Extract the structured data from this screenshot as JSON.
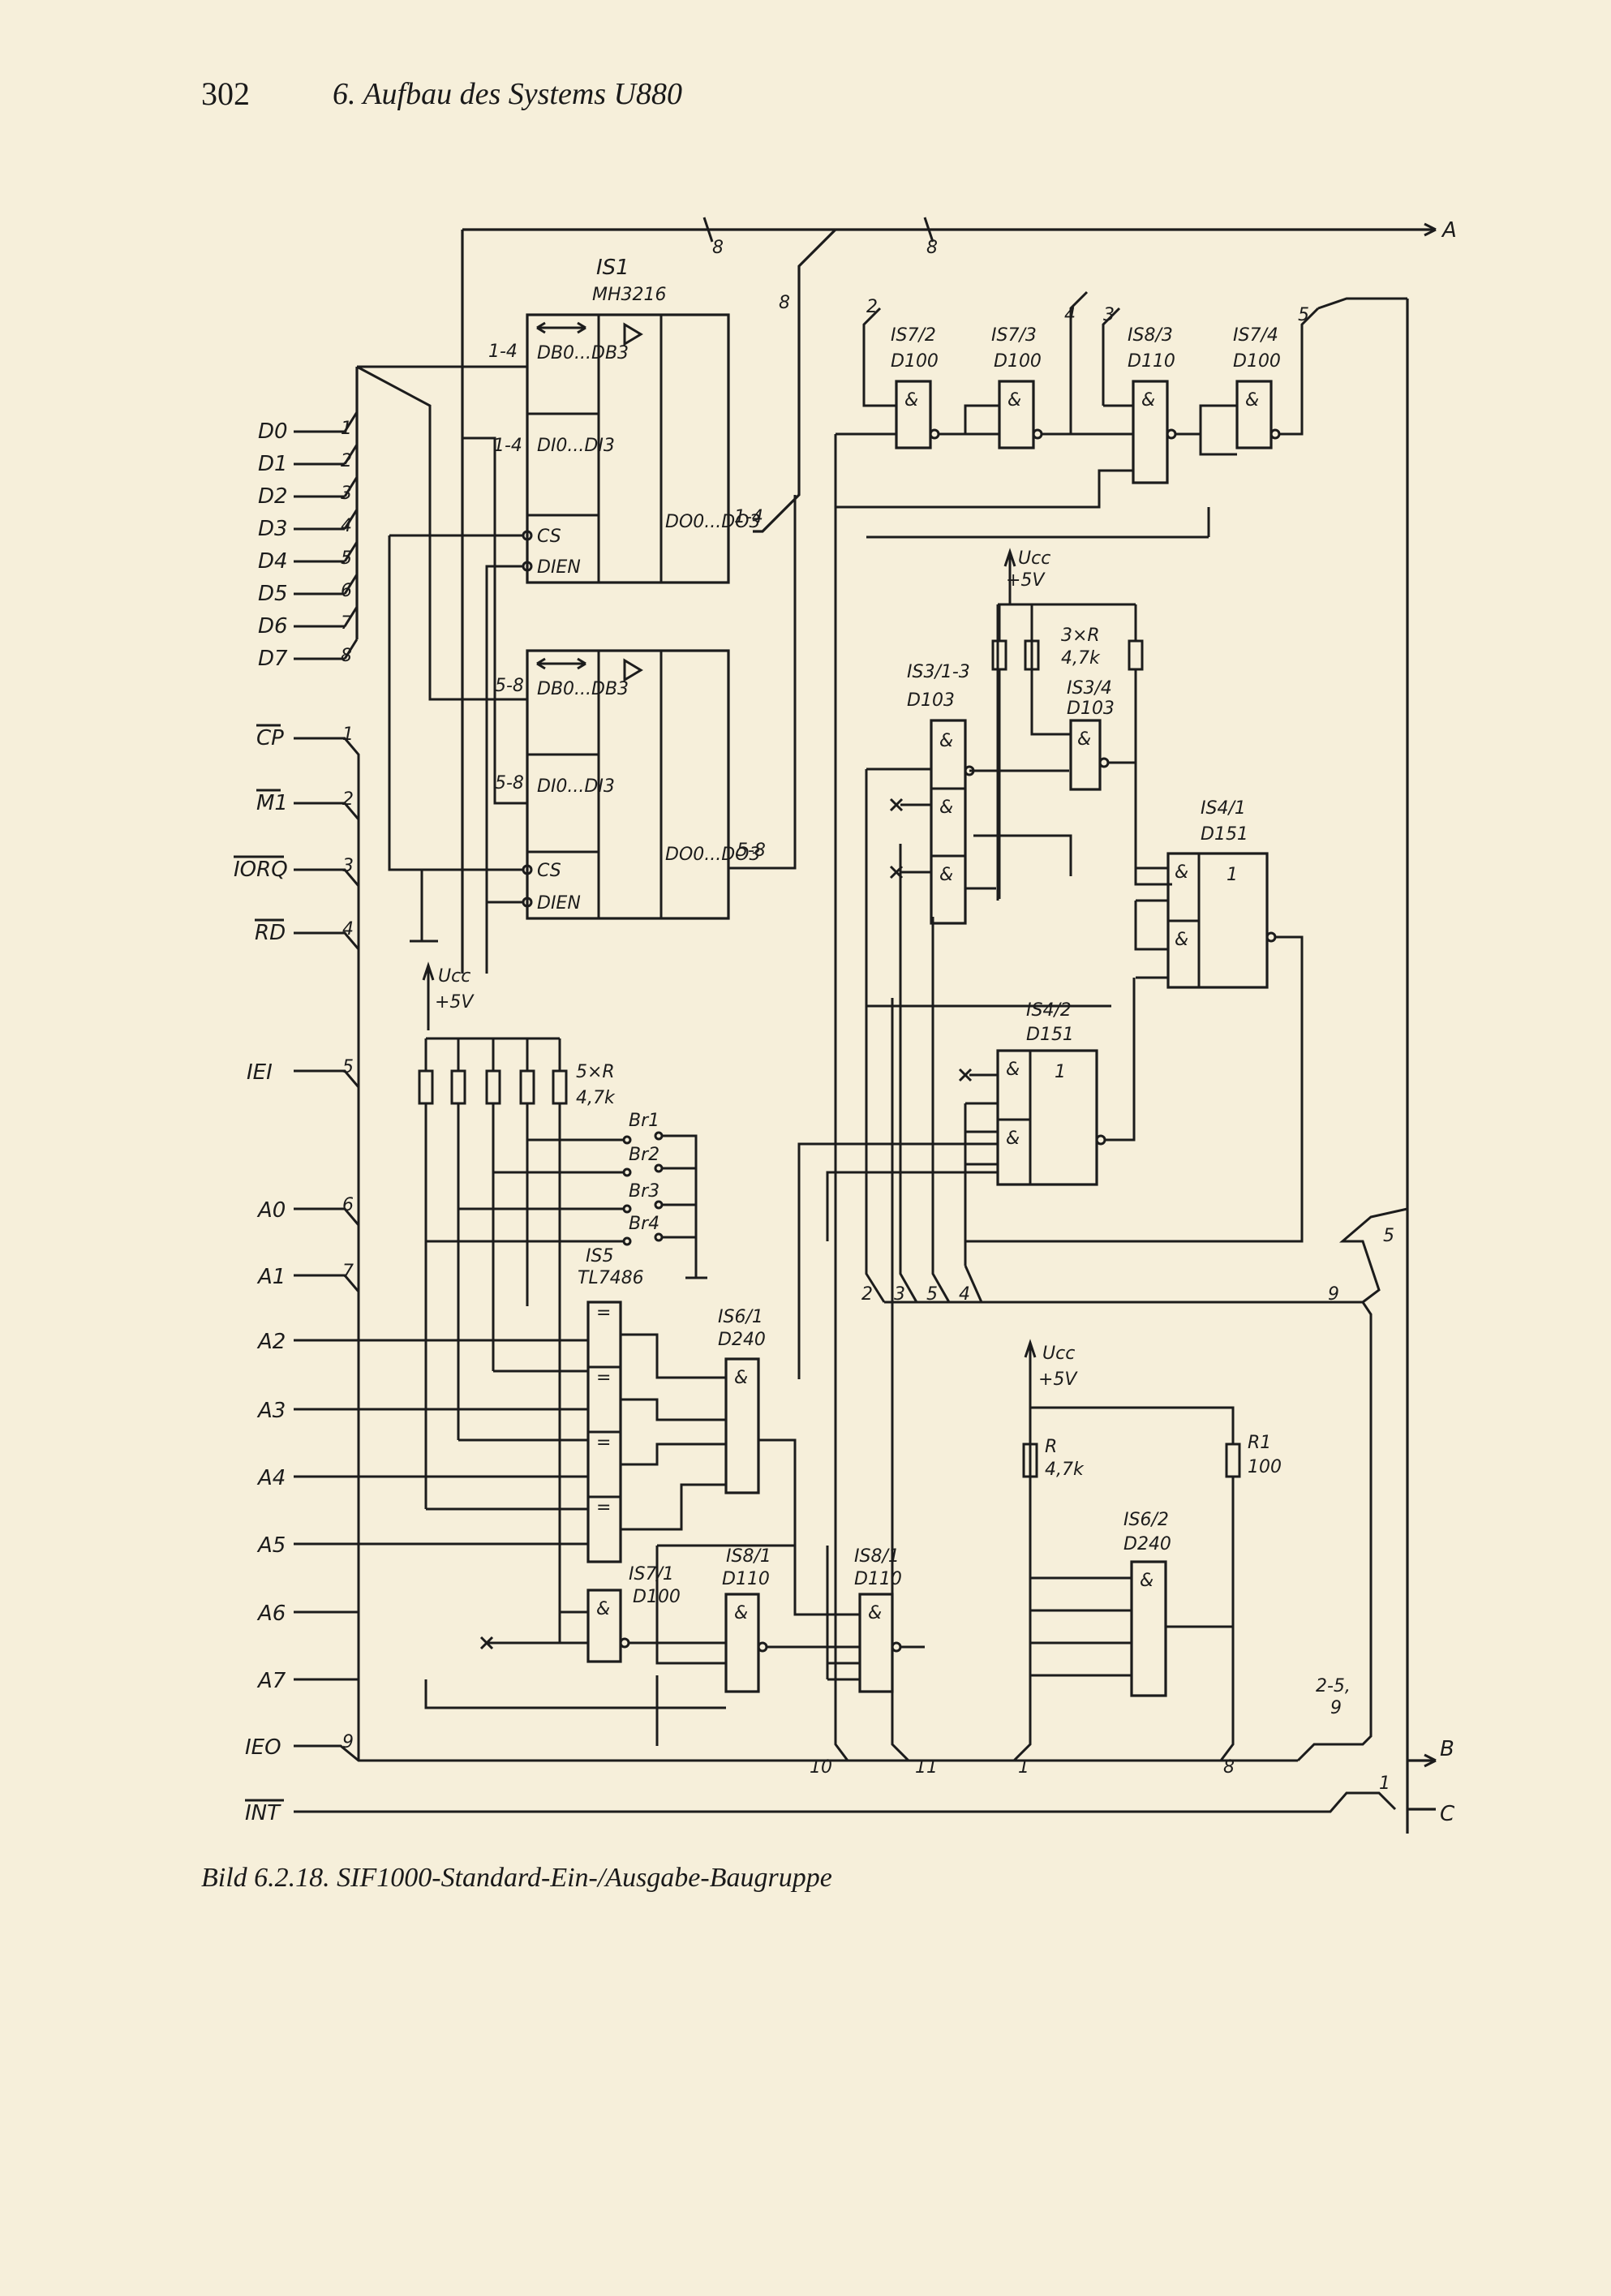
{
  "header": {
    "page_number": "302",
    "title": "6. Aufbau des Systems U880"
  },
  "caption": "Bild 6.2.18. SIF1000-Standard-Ein-/Ausgabe-Baugruppe",
  "signals": {
    "data": [
      "D0",
      "D1",
      "D2",
      "D3",
      "D4",
      "D5",
      "D6",
      "D7"
    ],
    "data_pins": [
      "1",
      "2",
      "3",
      "4",
      "5",
      "6",
      "7",
      "8"
    ],
    "cp": "CP",
    "m1": "M1",
    "iorq": "IORQ",
    "rd": "RD",
    "iei": "IEI",
    "addr": [
      "A0",
      "A1",
      "A2",
      "A3",
      "A4",
      "A5",
      "A6",
      "A7"
    ],
    "ieo": "IEO",
    "int": "INT",
    "ctrl_pins": [
      "1",
      "2",
      "3",
      "4",
      "5",
      "6",
      "7",
      "9"
    ]
  },
  "bus": {
    "a": "A",
    "b": "B",
    "c": "C",
    "width": "8"
  },
  "ics": {
    "is1_name": "IS1",
    "is1_type": "MH3216",
    "db": "DB0...DB3",
    "di": "DI0...DI3",
    "do": "DO0...DO3",
    "cs": "CS",
    "dien": "DIEN",
    "pins_1_4": "1-4",
    "pins_5_8": "5-8",
    "is7_2": "IS7/2",
    "is7_3": "IS7/3",
    "is8_3": "IS8/3",
    "is7_4": "IS7/4",
    "d100": "D100",
    "d110": "D110",
    "is3": "IS3/1-3",
    "is3_type": "D103",
    "is3_4": "IS3/4",
    "is4_1": "IS4/1",
    "is4_2": "IS4/2",
    "d151": "D151",
    "is5": "IS5",
    "is5_type": "TL7486",
    "is6_1": "IS6/1",
    "is6_2": "IS6/2",
    "d240": "D240",
    "is7_1": "IS7/1",
    "is8_1": "IS8/1"
  },
  "power": {
    "ucc": "Ucc",
    "plus5": "+5V"
  },
  "resistors": {
    "r3": "3×R",
    "r5": "5×R",
    "val": "4,7k",
    "r": "R",
    "r1": "R1",
    "r1_val": "100"
  },
  "bridges": [
    "Br1",
    "Br2",
    "Br3",
    "Br4"
  ],
  "pins": {
    "p2": "2",
    "p3": "3",
    "p4": "4",
    "p5": "5",
    "p9": "9",
    "p10": "10",
    "p11": "11",
    "p1": "1",
    "p8": "8",
    "p25": "2-5,",
    "p9b": "9"
  },
  "gates": {
    "and": "&",
    "or": "1",
    "xor": "="
  }
}
